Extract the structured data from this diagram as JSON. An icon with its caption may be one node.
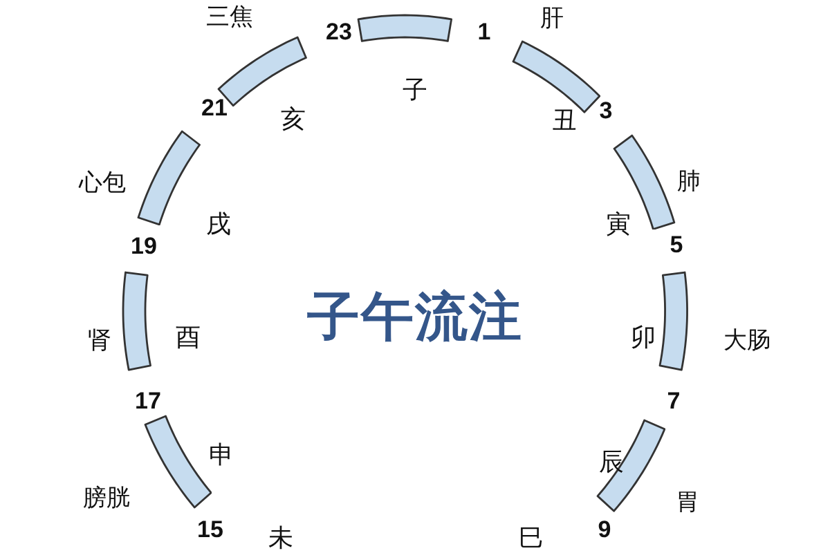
{
  "diagram": {
    "title": "子午流注",
    "nodes": [
      {
        "text": [],
        "shape": "bar",
        "beside": [
          "子"
        ]
      },
      {
        "text": [],
        "shape": "bar",
        "beside": [
          "三焦",
          "亥"
        ]
      },
      {
        "text": [],
        "shape": "bar",
        "beside": [
          "肝",
          "丑"
        ]
      },
      {
        "text": [],
        "shape": "bar",
        "beside": [
          "心包",
          "戌"
        ]
      },
      {
        "text": [],
        "shape": "bar",
        "beside": [
          "肺",
          "寅"
        ]
      },
      {
        "text": [],
        "shape": "bar",
        "beside": [
          "肾",
          "酉"
        ]
      },
      {
        "text": [],
        "shape": "bar",
        "beside": [
          "卯",
          "大肠"
        ]
      },
      {
        "text": [],
        "shape": "bar",
        "beside": [
          "申",
          "膀胱"
        ]
      },
      {
        "text": [],
        "shape": "bar",
        "beside": [
          "辰",
          "胃"
        ]
      }
    ],
    "labels": [
      "23",
      "1",
      "21",
      "3",
      "19",
      "5",
      "17",
      "7",
      "15",
      "9",
      "未",
      "巳"
    ]
  }
}
